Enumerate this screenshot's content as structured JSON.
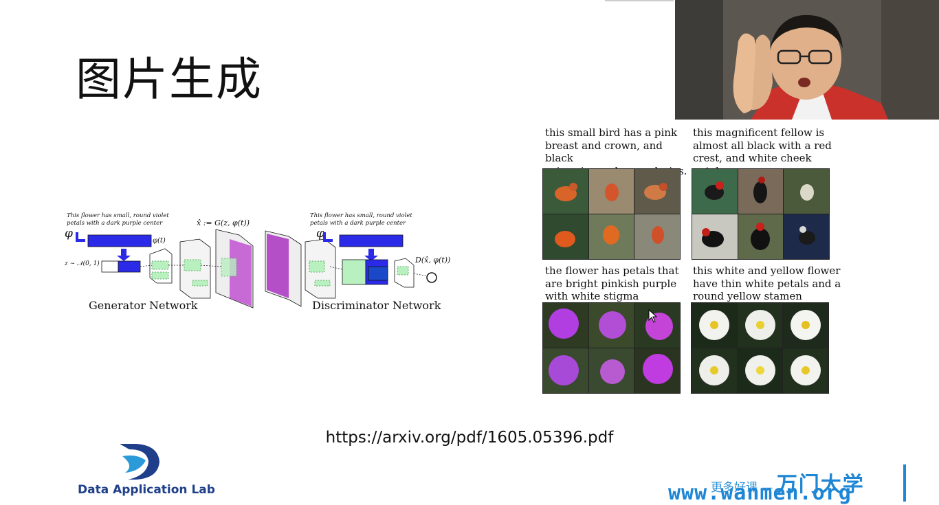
{
  "slide": {
    "title": "图片生成",
    "url": "https://arxiv.org/pdf/1605.05396.pdf"
  },
  "diagram": {
    "generator_caption": "This flower has small, round violet\npetals with a dark purple center",
    "discriminator_caption": "This flower has small, round violet\npetals with a dark purple center",
    "phi_symbol": "φ",
    "phi_t_label": "φ(t)",
    "noise_label": "z ∼ 𝒩(0, 1)",
    "gen_output_label": "x̂ := G(z, φ(t))",
    "disc_output_label": "D(x̂, φ(t))",
    "generator_label": "Generator Network",
    "discriminator_label": "Discriminator Network"
  },
  "samples": [
    {
      "caption": "this small bird has a pink\nbreast and crown, and black\nprimaries and secondaries.",
      "kind": "bird-orange"
    },
    {
      "caption": "this magnificent fellow is\nalmost all black with a red\ncrest, and white cheek patch.",
      "kind": "bird-black"
    },
    {
      "caption": "the flower has petals that\nare bright pinkish purple\nwith white stigma",
      "kind": "flower-purple"
    },
    {
      "caption": "this white and yellow flower\nhave thin white petals and a\nround yellow stamen",
      "kind": "flower-white"
    }
  ],
  "branding": {
    "lab_name": "Data Application Lab",
    "watermark_prefix": "更多好课 —",
    "watermark_brand": "万门大学",
    "watermark_url": "www.wanmen.org"
  },
  "colors": {
    "accent_blue": "#1e86d4",
    "lab_blue": "#1f3f8a",
    "diagram_blue": "#2a2ae8",
    "diagram_green": "#b8f0c0"
  }
}
